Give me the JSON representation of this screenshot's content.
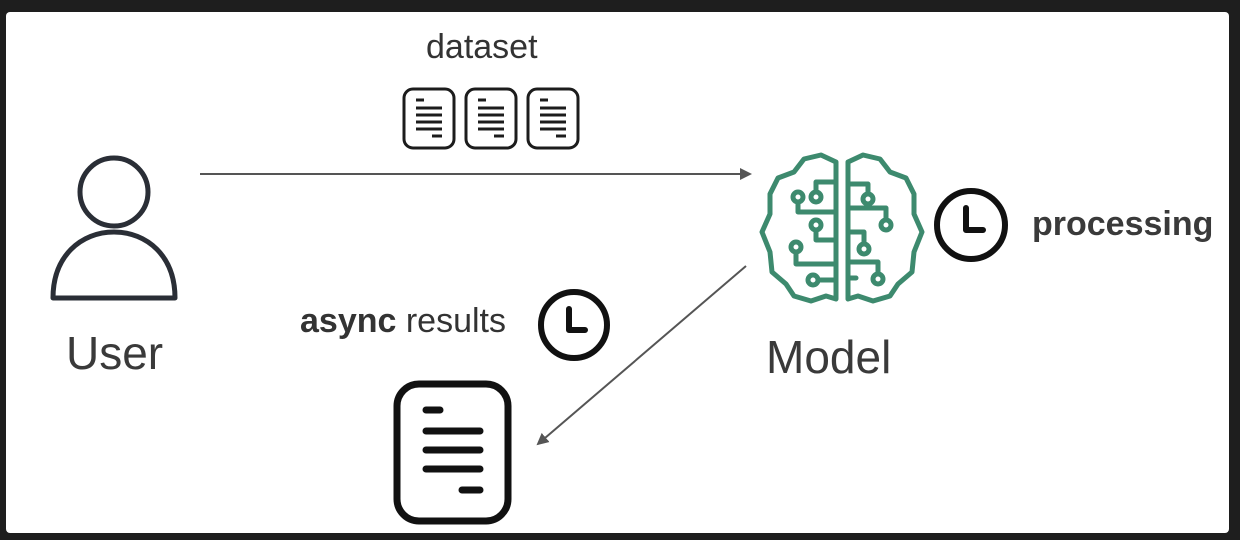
{
  "diagram": {
    "dataset_label": "dataset",
    "user_label": "User",
    "model_label": "Model",
    "processing_label": "processing",
    "async_bold": "async",
    "async_rest": " results",
    "icons": {
      "user": "user-icon",
      "dataset_documents": "document-icon",
      "model": "brain-circuit-icon",
      "processing_clock": "clock-icon",
      "async_clock": "clock-icon",
      "result_document": "document-icon"
    },
    "colors": {
      "model_icon": "#3d8a6e",
      "stroke": "#1c1c1c",
      "arrow": "#555555",
      "background": "#ffffff"
    }
  }
}
